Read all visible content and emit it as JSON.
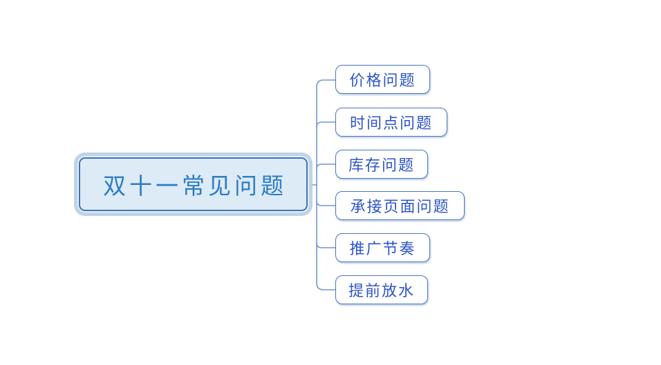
{
  "mindmap": {
    "root": {
      "label": "双十一常见问题"
    },
    "children": [
      {
        "label": "价格问题"
      },
      {
        "label": "时间点问题"
      },
      {
        "label": "库存问题"
      },
      {
        "label": "承接页面问题"
      },
      {
        "label": "推广节奏"
      },
      {
        "label": "提前放水"
      }
    ],
    "colors": {
      "background": "#ffffff",
      "root_fill": "#dcebf6",
      "root_border": "#3f73b4",
      "root_halo": "#b5cbe4",
      "root_text": "#2e7cc4",
      "child_fill": "#ffffff",
      "child_border": "#4775c5",
      "child_text": "#2e55c8",
      "connector": "#7097cb"
    }
  }
}
